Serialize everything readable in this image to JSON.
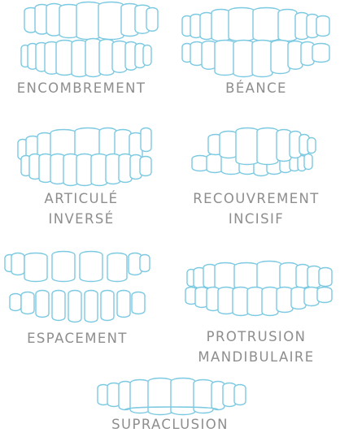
{
  "palette": {
    "tooth_stroke": "#7cc9e2",
    "label_color": "#8e8e8e",
    "background": "#ffffff"
  },
  "conditions": [
    {
      "id": "encombrement",
      "label_lines": [
        "ENCOMBREMENT"
      ]
    },
    {
      "id": "beance",
      "label_lines": [
        "BÉANCE"
      ]
    },
    {
      "id": "articule-inverse",
      "label_lines": [
        "ARTICULÉ",
        "INVERSÉ"
      ]
    },
    {
      "id": "recouvrement-incisif",
      "label_lines": [
        "RECOUVREMENT",
        "INCISIF"
      ]
    },
    {
      "id": "espacement",
      "label_lines": [
        "ESPACEMENT"
      ]
    },
    {
      "id": "protrusion-mandibulaire",
      "label_lines": [
        "PROTRUSION",
        "MANDIBULAIRE"
      ]
    },
    {
      "id": "supraclusion",
      "label_lines": [
        "SUPRACLUSION"
      ]
    }
  ]
}
